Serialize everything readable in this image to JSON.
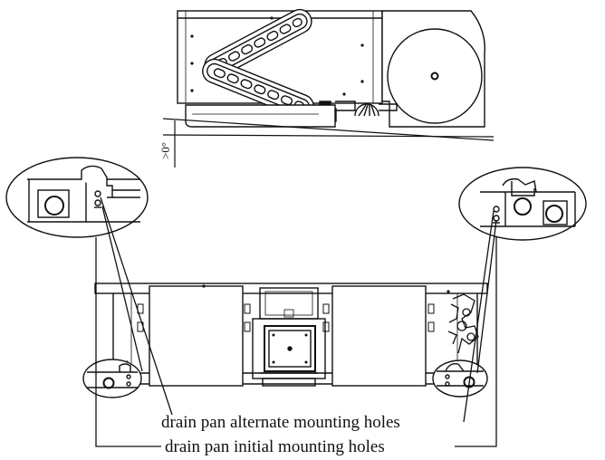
{
  "annotations": {
    "tilt_angle": ">0°",
    "alternate_label": "drain pan alternate mounting holes",
    "initial_label": "drain pan initial mounting holes"
  },
  "colors": {
    "line": "#111111",
    "background": "#ffffff"
  }
}
